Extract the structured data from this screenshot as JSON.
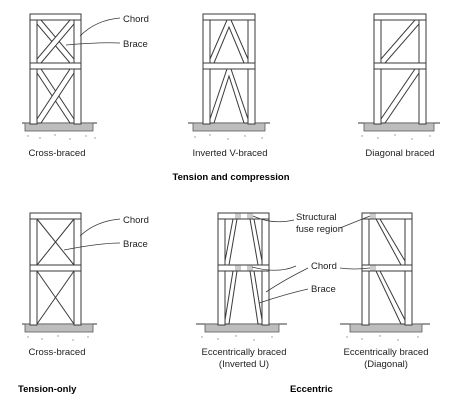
{
  "labels": {
    "chord": "Chord",
    "brace": "Brace",
    "structural": "Structural",
    "fuse_region": "fuse region",
    "chord2": "Chord",
    "brace2": "Brace",
    "chord3": "Chord",
    "brace3": "Brace"
  },
  "captions": {
    "cross_top": "Cross-braced",
    "inverted_v": "Inverted V-braced",
    "diagonal": "Diagonal braced",
    "cross_bottom": "Cross-braced",
    "ecc_u_line1": "Eccentrically braced",
    "ecc_u_line2": "(Inverted U)",
    "ecc_d_line1": "Eccentrically braced",
    "ecc_d_line2": "(Diagonal)"
  },
  "titles": {
    "tension_compression": "Tension and compression",
    "tension_only": "Tension-only",
    "eccentric": "Eccentric"
  }
}
